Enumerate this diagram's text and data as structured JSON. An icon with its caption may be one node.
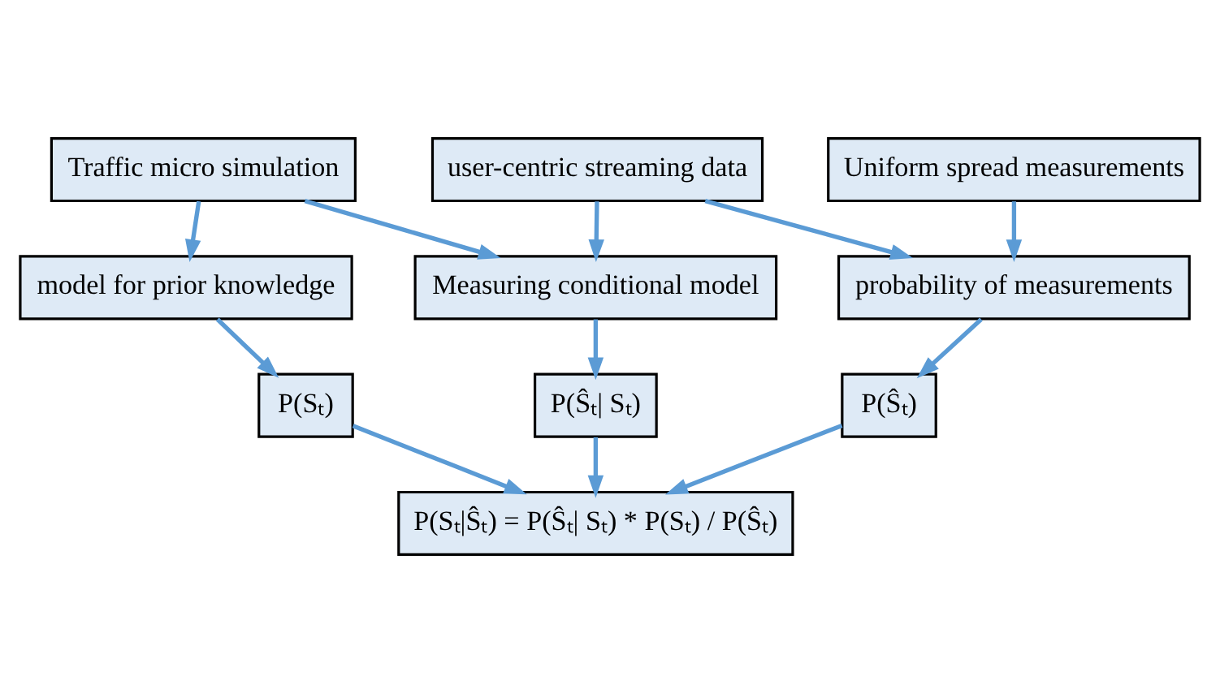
{
  "diagram": {
    "nodes": [
      {
        "text": [
          "Traffic micro simulation"
        ]
      },
      {
        "text": [
          "user-centric streaming data"
        ]
      },
      {
        "text": [
          "Uniform spread measurements"
        ]
      },
      {
        "text": [
          "model for prior knowledge"
        ]
      },
      {
        "text": [
          "Measuring conditional model"
        ]
      },
      {
        "text": [
          "probability of measurements"
        ]
      },
      {
        "text": [
          "P(Sₜ)"
        ]
      },
      {
        "text": [
          "P(Ŝₜ| Sₜ)"
        ]
      },
      {
        "text": [
          "P(Ŝₜ)"
        ]
      },
      {
        "text": [
          "P(Sₜ|Ŝₜ) = P(Ŝₜ| Sₜ) * P(Sₜ) / P(Ŝₜ)"
        ]
      }
    ],
    "edges": [
      {
        "from": 0,
        "to": 3,
        "arrow": "to"
      },
      {
        "from": 0,
        "to": 4,
        "arrow": "to"
      },
      {
        "from": 1,
        "to": 4,
        "arrow": "to"
      },
      {
        "from": 1,
        "to": 5,
        "arrow": "to"
      },
      {
        "from": 2,
        "to": 5,
        "arrow": "to"
      },
      {
        "from": 3,
        "to": 6,
        "arrow": "to"
      },
      {
        "from": 4,
        "to": 7,
        "arrow": "to"
      },
      {
        "from": 5,
        "to": 8,
        "arrow": "to"
      },
      {
        "from": 6,
        "to": 9,
        "arrow": "to"
      },
      {
        "from": 7,
        "to": 9,
        "arrow": "to"
      },
      {
        "from": 8,
        "to": 9,
        "arrow": "to"
      }
    ]
  }
}
